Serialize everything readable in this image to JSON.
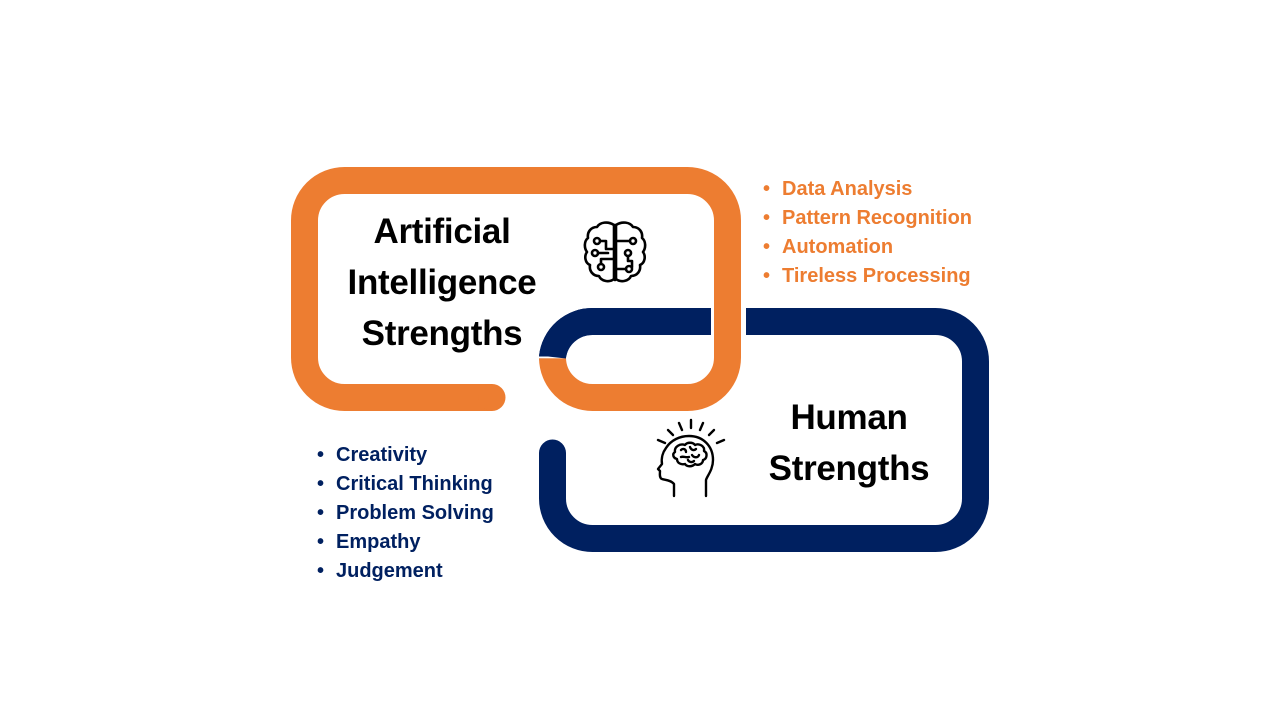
{
  "colors": {
    "ai_accent": "#ED7D31",
    "human_accent": "#002060",
    "heading_text": "#000000",
    "background": "#FFFFFF"
  },
  "ai": {
    "heading_lines": [
      "Artificial",
      "Intelligence",
      "Strengths"
    ],
    "icon": "circuit-brain-icon",
    "bullet": "•",
    "items": [
      "Data Analysis",
      "Pattern Recognition",
      "Automation",
      "Tireless Processing"
    ]
  },
  "human": {
    "heading_lines": [
      "Human",
      "Strengths"
    ],
    "icon": "human-head-brain-icon",
    "bullet": "•",
    "items": [
      "Creativity",
      "Critical Thinking",
      "Problem Solving",
      "Empathy",
      "Judgement"
    ]
  }
}
